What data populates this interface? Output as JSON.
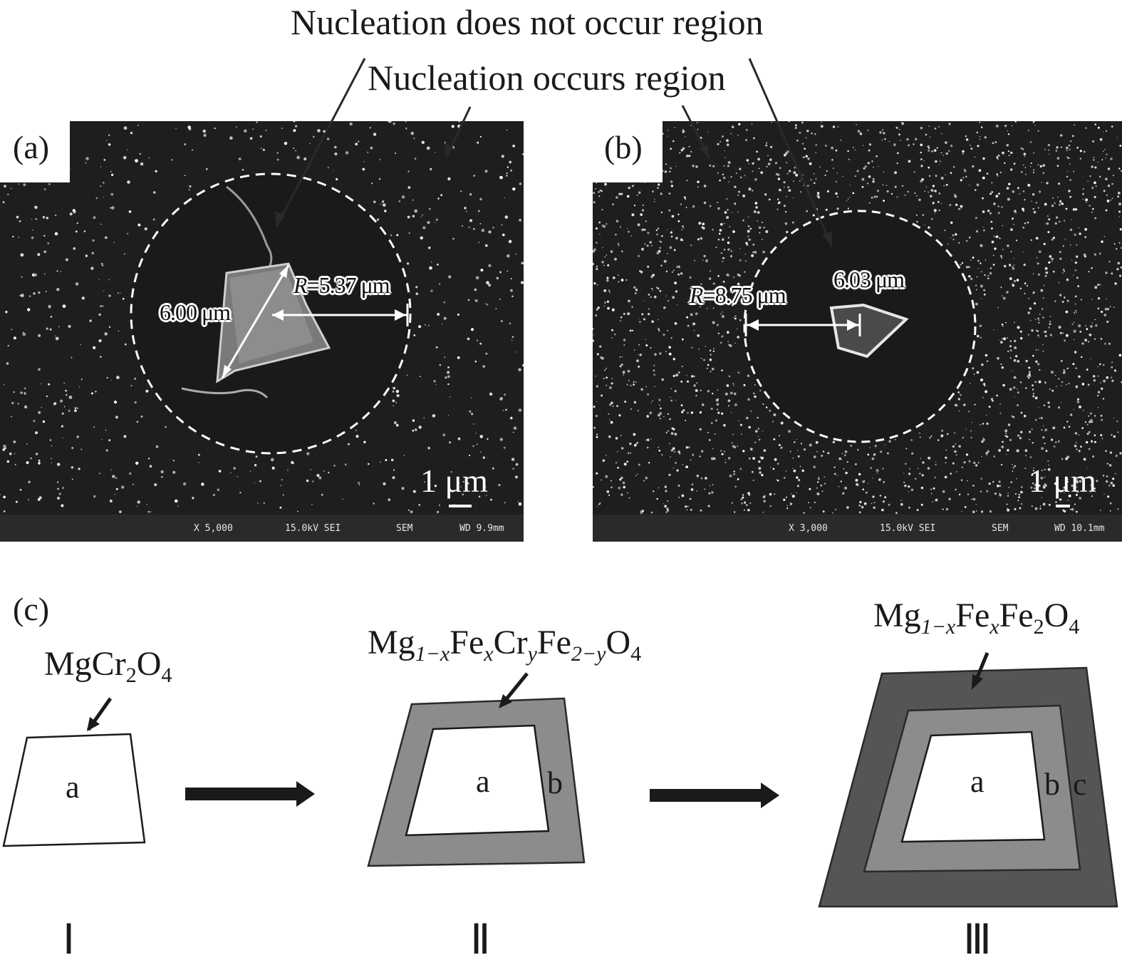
{
  "callouts": {
    "top": "Nucleation does not occur region",
    "second": "Nucleation occurs region"
  },
  "panels": {
    "a": {
      "label": "(a)",
      "radius_label_italic": "R",
      "radius_label_rest": "=5.37 μm",
      "size_label": "6.00 μm",
      "scale_bar": "1 μm",
      "info": [
        "X 5,000",
        "15.0kV SEI",
        "SEM",
        "WD 9.9mm"
      ]
    },
    "b": {
      "label": "(b)",
      "radius_label_italic": "R",
      "radius_label_rest": "=8.75 μm",
      "size_label": "6.03 μm",
      "scale_bar": "1 μm",
      "info": [
        "X 3,000",
        "15.0kV SEI",
        "SEM",
        "WD 10.1mm"
      ]
    },
    "c": {
      "label": "(c)"
    }
  },
  "diagram": {
    "stage_I": {
      "formula": {
        "base1": "MgCr",
        "sub1": "2",
        "base2": "O",
        "sub2": "4"
      },
      "layers": [
        "a"
      ],
      "numeral": "Ⅰ"
    },
    "stage_II": {
      "formula": {
        "p1": "Mg",
        "s1": "1−x",
        "p2": "Fe",
        "s2": "x",
        "p3": "Cr",
        "s3": "y",
        "p4": "Fe",
        "s4": "2−y",
        "p5": "O",
        "s5": "4"
      },
      "layers": [
        "a",
        "b"
      ],
      "numeral": "Ⅱ"
    },
    "stage_III": {
      "formula": {
        "p1": "Mg",
        "s1": "1−x",
        "p2": "Fe",
        "s2": "x",
        "p3": "Fe",
        "s3": "2",
        "p4": "O",
        "s4": "4"
      },
      "layers": [
        "a",
        "b",
        "c"
      ],
      "numeral": "Ⅲ"
    }
  },
  "colors": {
    "sem_background": "#1e1e1e",
    "layer_b": "#8c8c8c",
    "layer_c": "#555555",
    "ink": "#1a1a1a"
  }
}
